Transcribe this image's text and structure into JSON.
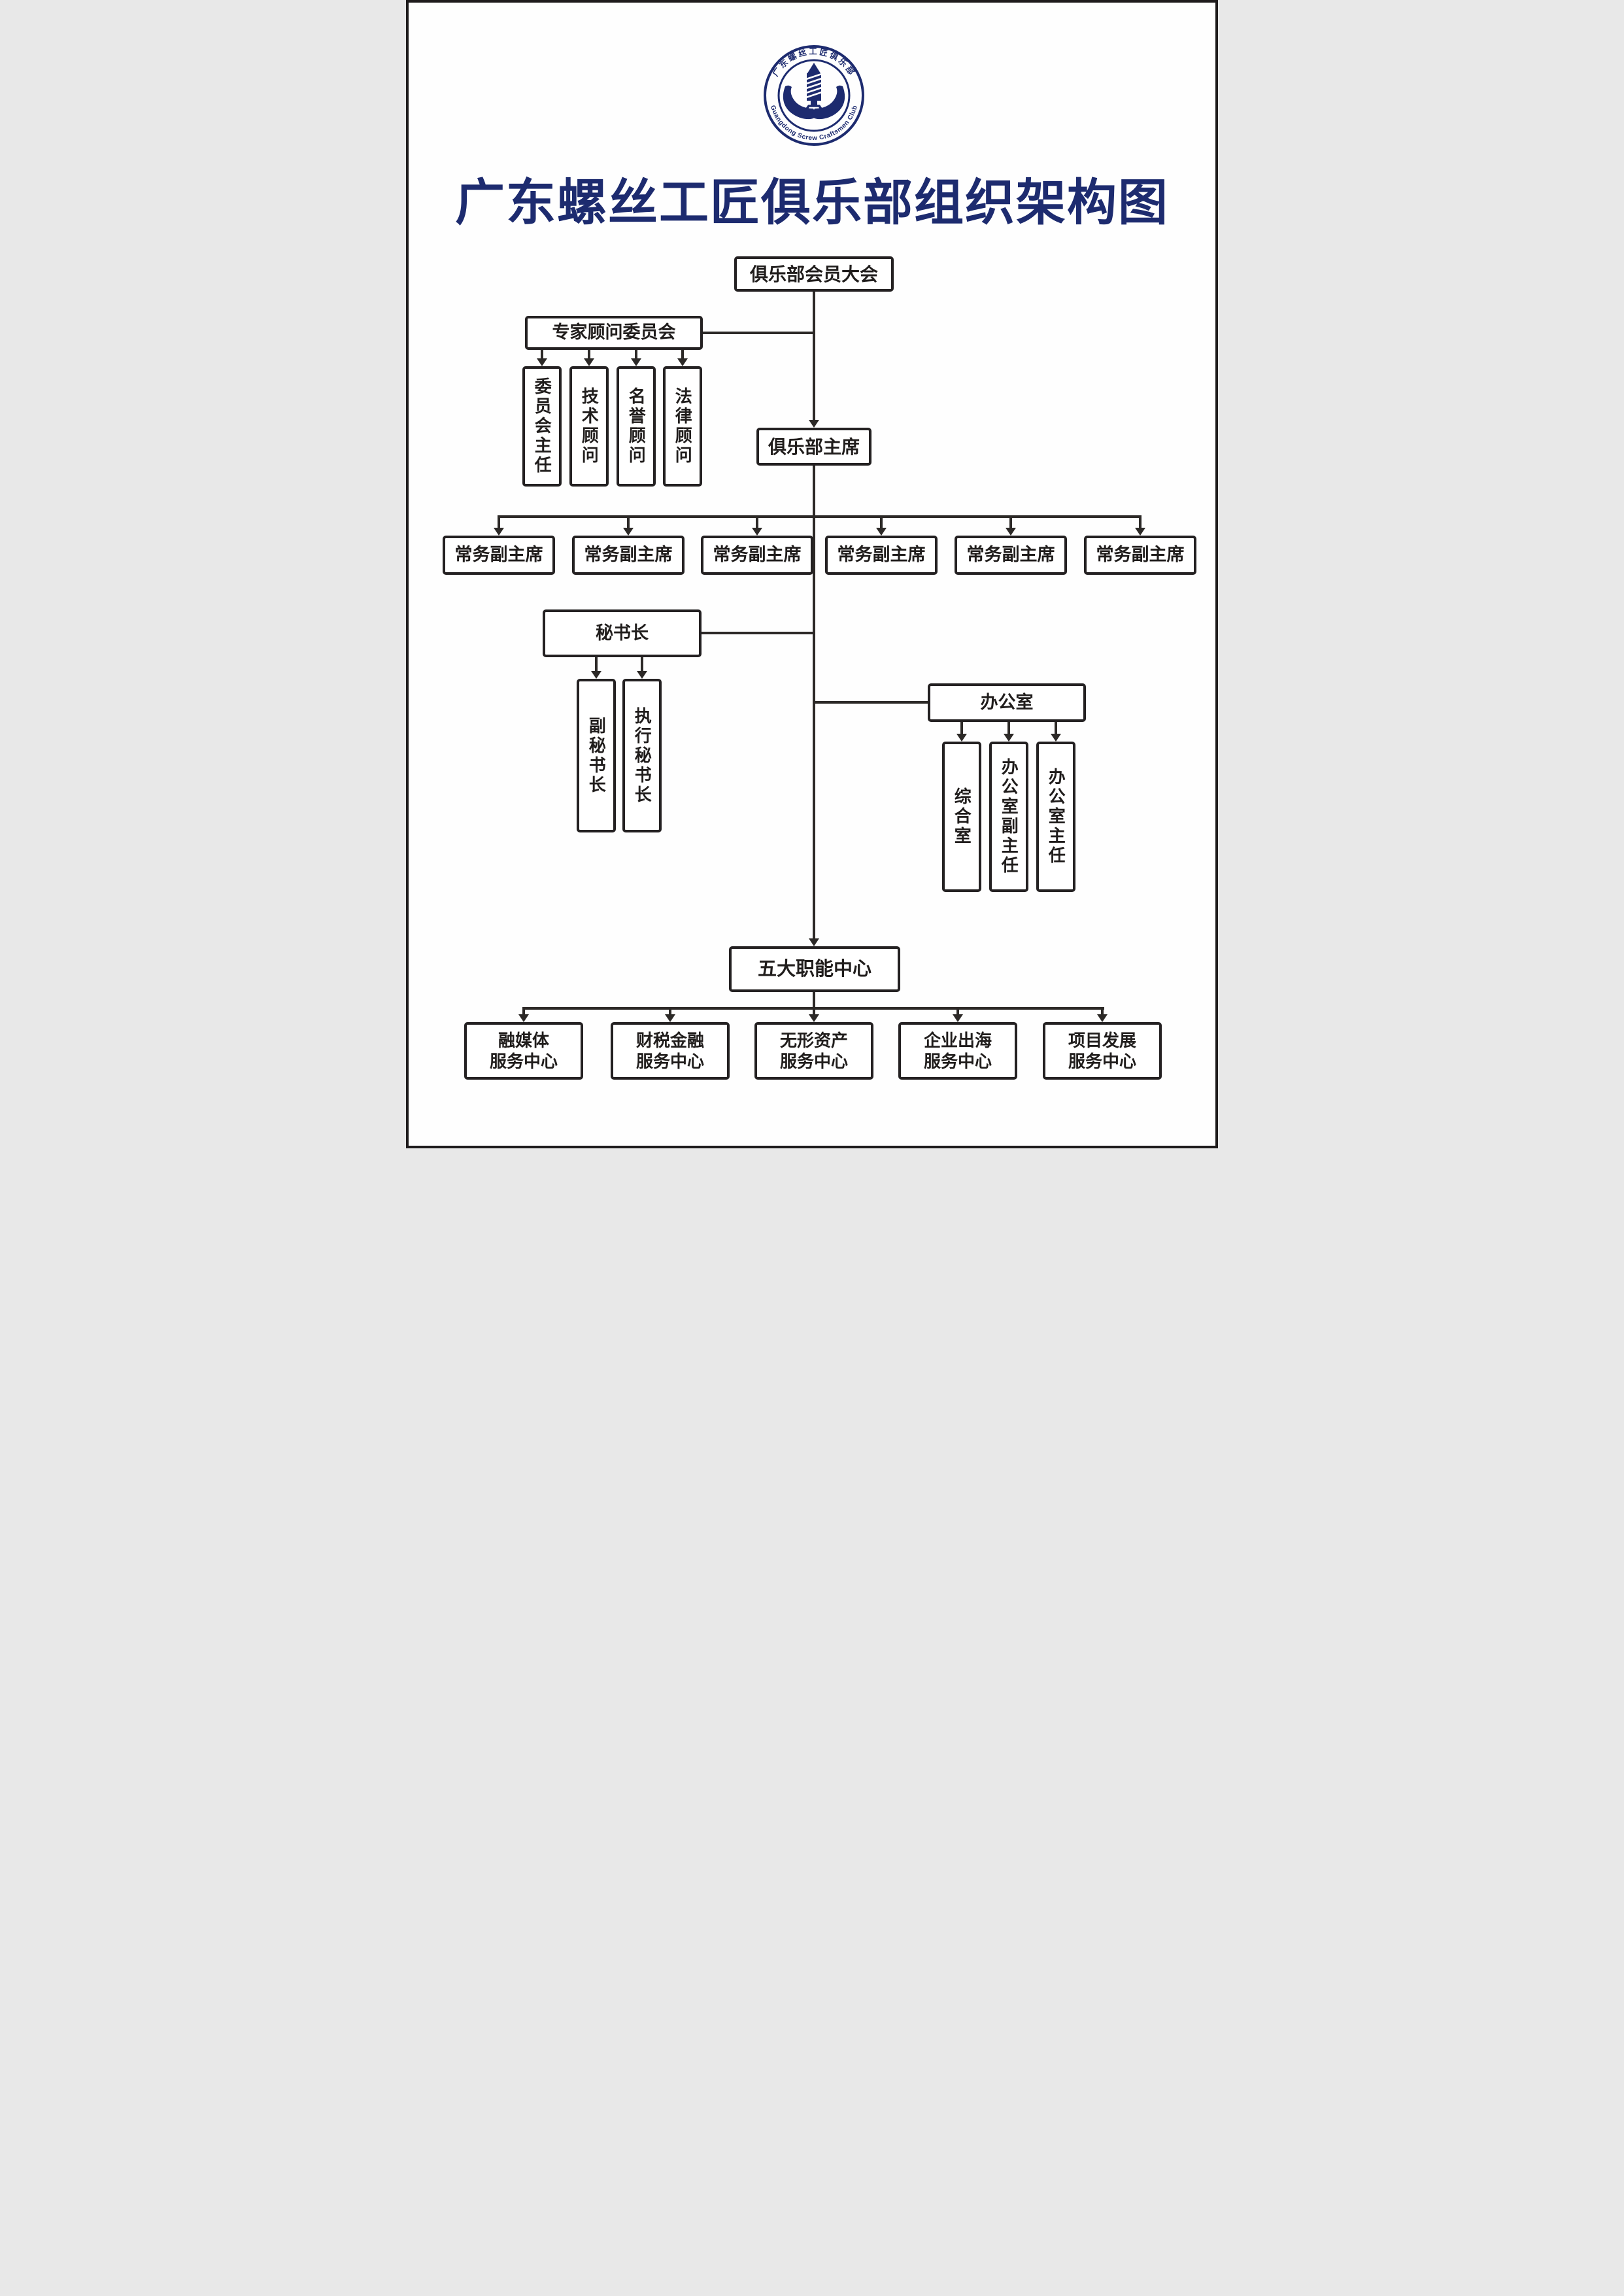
{
  "title": {
    "text": "广东螺丝工匠俱乐部组织架构图",
    "color": "#1d2b6f"
  },
  "logo": {
    "top_text": "广东螺丝工匠俱乐部",
    "bottom_text": "Guangdong Screw Craftsmen Club",
    "color": "#1d2b6f"
  },
  "chart": {
    "line_color": "#2c2927",
    "box_border_color": "#242122",
    "member_assembly": "俱乐部会员大会",
    "expert_committee": "专家顾问委员会",
    "advisors": [
      "委员会主任",
      "技术顾问",
      "名誉顾问",
      "法律顾问"
    ],
    "chairman": "俱乐部主席",
    "vice_chairs": [
      "常务副主席",
      "常务副主席",
      "常务副主席",
      "常务副主席",
      "常务副主席",
      "常务副主席"
    ],
    "secretary_general": "秘书长",
    "secretary_children": [
      "副秘书长",
      "执行秘书长"
    ],
    "office": "办公室",
    "office_children": [
      "综合室",
      "办公室副主任",
      "办公室主任"
    ],
    "five_centers": "五大职能中心",
    "service_centers": [
      "融媒体\n服务中心",
      "财税金融\n服务中心",
      "无形资产\n服务中心",
      "企业出海\n服务中心",
      "项目发展\n服务中心"
    ]
  }
}
